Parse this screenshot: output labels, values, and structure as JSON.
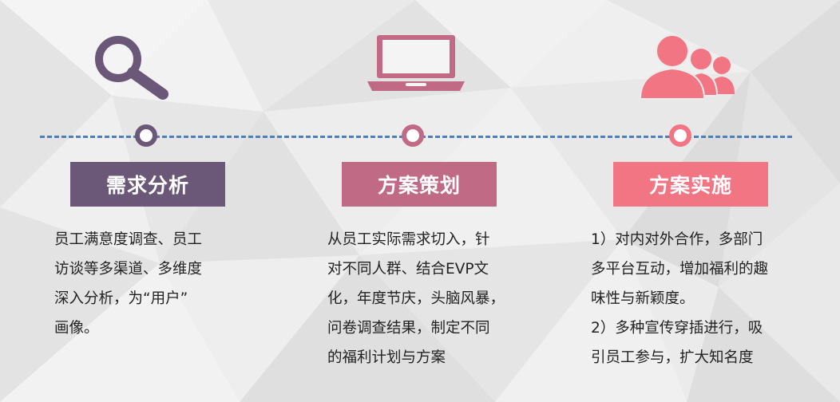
{
  "colors": {
    "col1": "#6b5777",
    "col2": "#c06a86",
    "col3": "#f27583",
    "timeline": "#4f7fba"
  },
  "columns": [
    {
      "icon": "magnifier-icon",
      "title": "需求分析",
      "lines": [
        "员工满意度调查、员工",
        "访谈等多渠道、多维度",
        "深入分析，为“用户”",
        "画像。"
      ]
    },
    {
      "icon": "laptop-icon",
      "title": "方案策划",
      "lines": [
        "从员工实际需求切入，针",
        "对不同人群、结合EVP文",
        "化，年度节庆，头脑风暴，",
        "问卷调查结果，制定不同",
        "的福利计划与方案"
      ]
    },
    {
      "icon": "people-group-icon",
      "title": "方案实施",
      "lines": [
        "1）对内对外合作，多部门",
        "多平台互动，增加福利的趣",
        "味性与新颖度。",
        "2）多种宣传穿插进行，吸",
        "引员工参与，扩大知名度"
      ]
    }
  ]
}
